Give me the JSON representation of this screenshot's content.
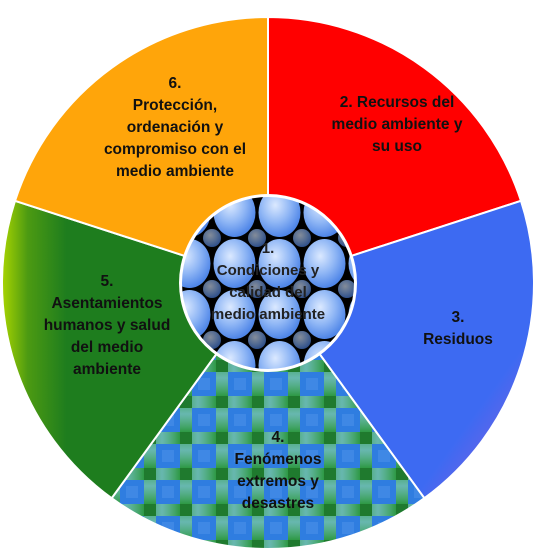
{
  "segments": [
    {
      "id": "s2",
      "lines": [
        "2.   Recursos del",
        "medio ambiente y",
        "su uso"
      ],
      "fill": "#ff0000"
    },
    {
      "id": "s3",
      "lines": [
        "3.",
        "Residuos"
      ],
      "fill": "#3d6af2"
    },
    {
      "id": "s4",
      "lines": [
        "4.",
        "Fenómenos",
        "extremos y",
        "desastres"
      ],
      "fill": "#2f7de0",
      "pattern": "green-lattice"
    },
    {
      "id": "s5",
      "lines": [
        "5.",
        "Asentamientos",
        "humanos y salud",
        "del medio",
        "ambiente"
      ],
      "fill": "#1e7d1e"
    },
    {
      "id": "s6",
      "lines": [
        "6.",
        "Protección,",
        "ordenación y",
        "compromiso con el",
        "medio ambiente"
      ],
      "fill": "#ffa50a"
    }
  ],
  "center": {
    "lines": [
      "1.",
      "Condiciones y",
      "calidad del",
      "medio ambiente"
    ],
    "pattern": "blue-spheres"
  },
  "colors": {
    "segment_border": "#ffffff",
    "center_black": "#000000",
    "sphere_light": "#dbe9ff",
    "sphere_dark": "#4f86e8"
  }
}
